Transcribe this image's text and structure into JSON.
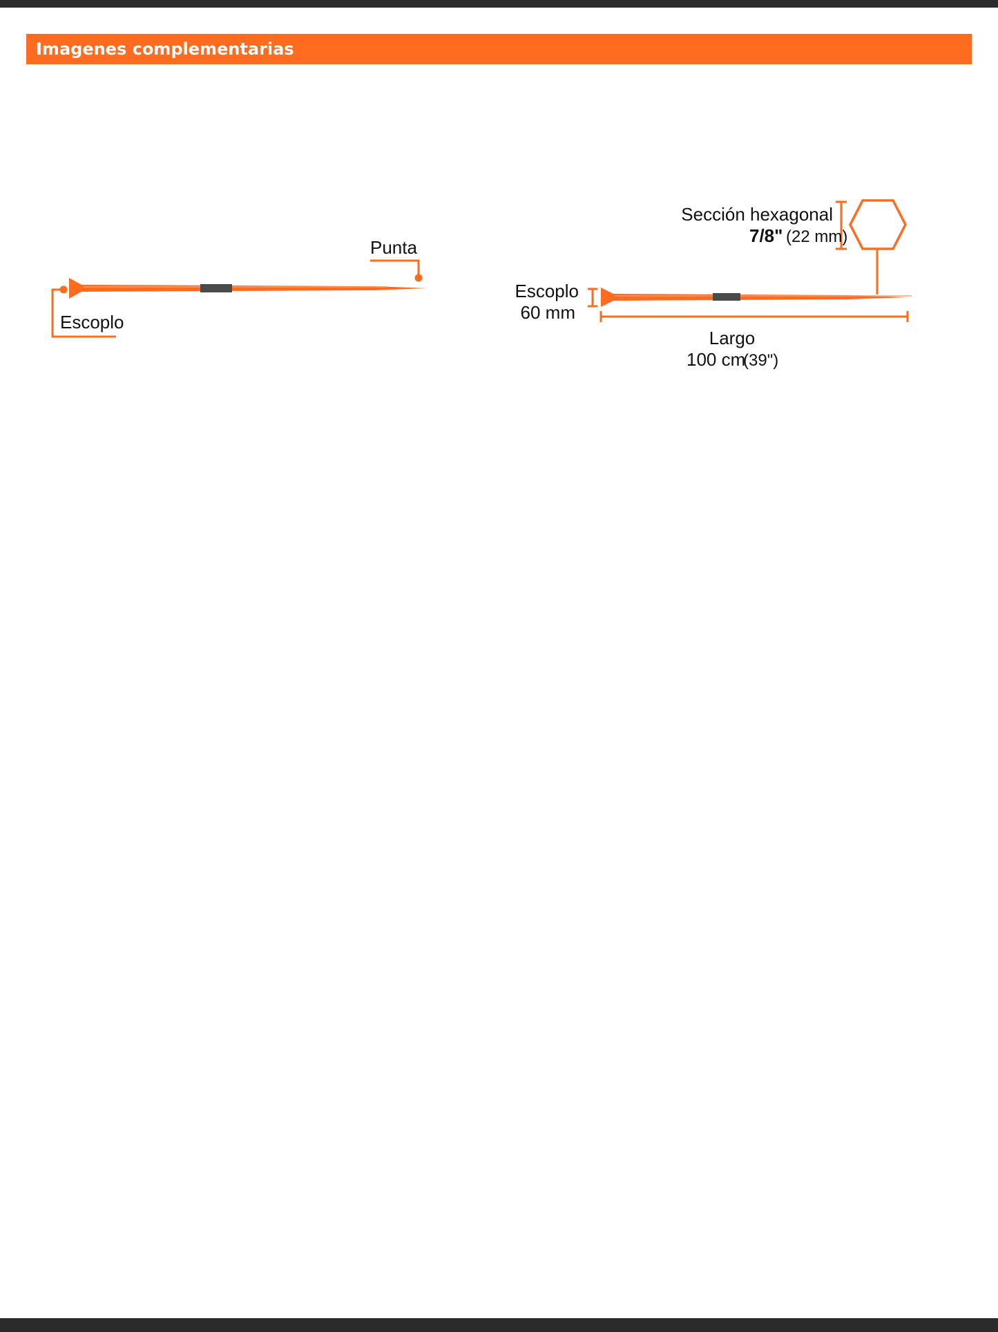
{
  "header": {
    "title": "Imagenes complementarias"
  },
  "figure_left": {
    "label_tip": "Punta",
    "label_chisel": "Escoplo"
  },
  "figure_right": {
    "label_hex_title": "Sección hexagonal",
    "label_hex_size": "7/8\"",
    "label_hex_metric": "(22 mm)",
    "label_chisel_title": "Escoplo",
    "label_chisel_size": "60 mm",
    "label_length_title": "Largo",
    "label_length_size": "100 cm",
    "label_length_imperial": "(39\")"
  },
  "colors": {
    "accent": "#ff6b1f",
    "bar_dark": "#2b2b2b",
    "text": "#111111",
    "label_band": "#4a4a4a"
  }
}
